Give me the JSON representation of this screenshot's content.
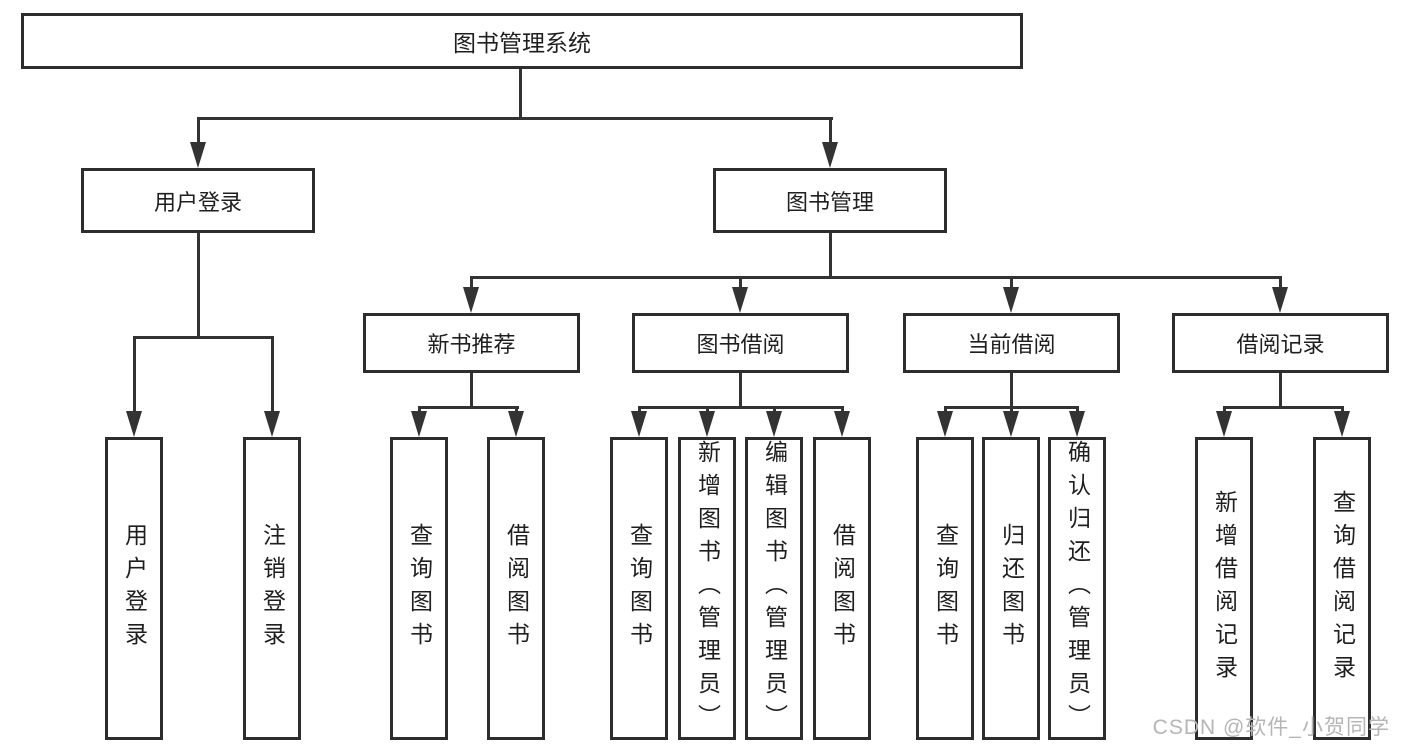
{
  "tree": {
    "root": "图书管理系统",
    "branches": [
      {
        "label": "用户登录",
        "children": [
          {
            "label": "用户登录"
          },
          {
            "label": "注销登录"
          }
        ]
      },
      {
        "label": "图书管理",
        "children": [
          {
            "label": "新书推荐",
            "children": [
              {
                "label": "查询图书"
              },
              {
                "label": "借阅图书"
              }
            ]
          },
          {
            "label": "图书借阅",
            "children": [
              {
                "label": "查询图书"
              },
              {
                "label": "新增图书（管理员）"
              },
              {
                "label": "编辑图书（管理员）"
              },
              {
                "label": "借阅图书"
              }
            ]
          },
          {
            "label": "当前借阅",
            "children": [
              {
                "label": "查询图书"
              },
              {
                "label": "归还图书"
              },
              {
                "label": "确认归还（管理员）"
              }
            ]
          },
          {
            "label": "借阅记录",
            "children": [
              {
                "label": "新增借阅记录"
              },
              {
                "label": "查询借阅记录"
              }
            ]
          }
        ]
      }
    ]
  },
  "watermark": {
    "text": "CSDN @软件_小贺同学"
  },
  "colors": {
    "line": "#333333",
    "border": "#2d2d2d",
    "text": "#1f1f1f",
    "watermark": "#b5b5b5",
    "background": "#ffffff"
  }
}
